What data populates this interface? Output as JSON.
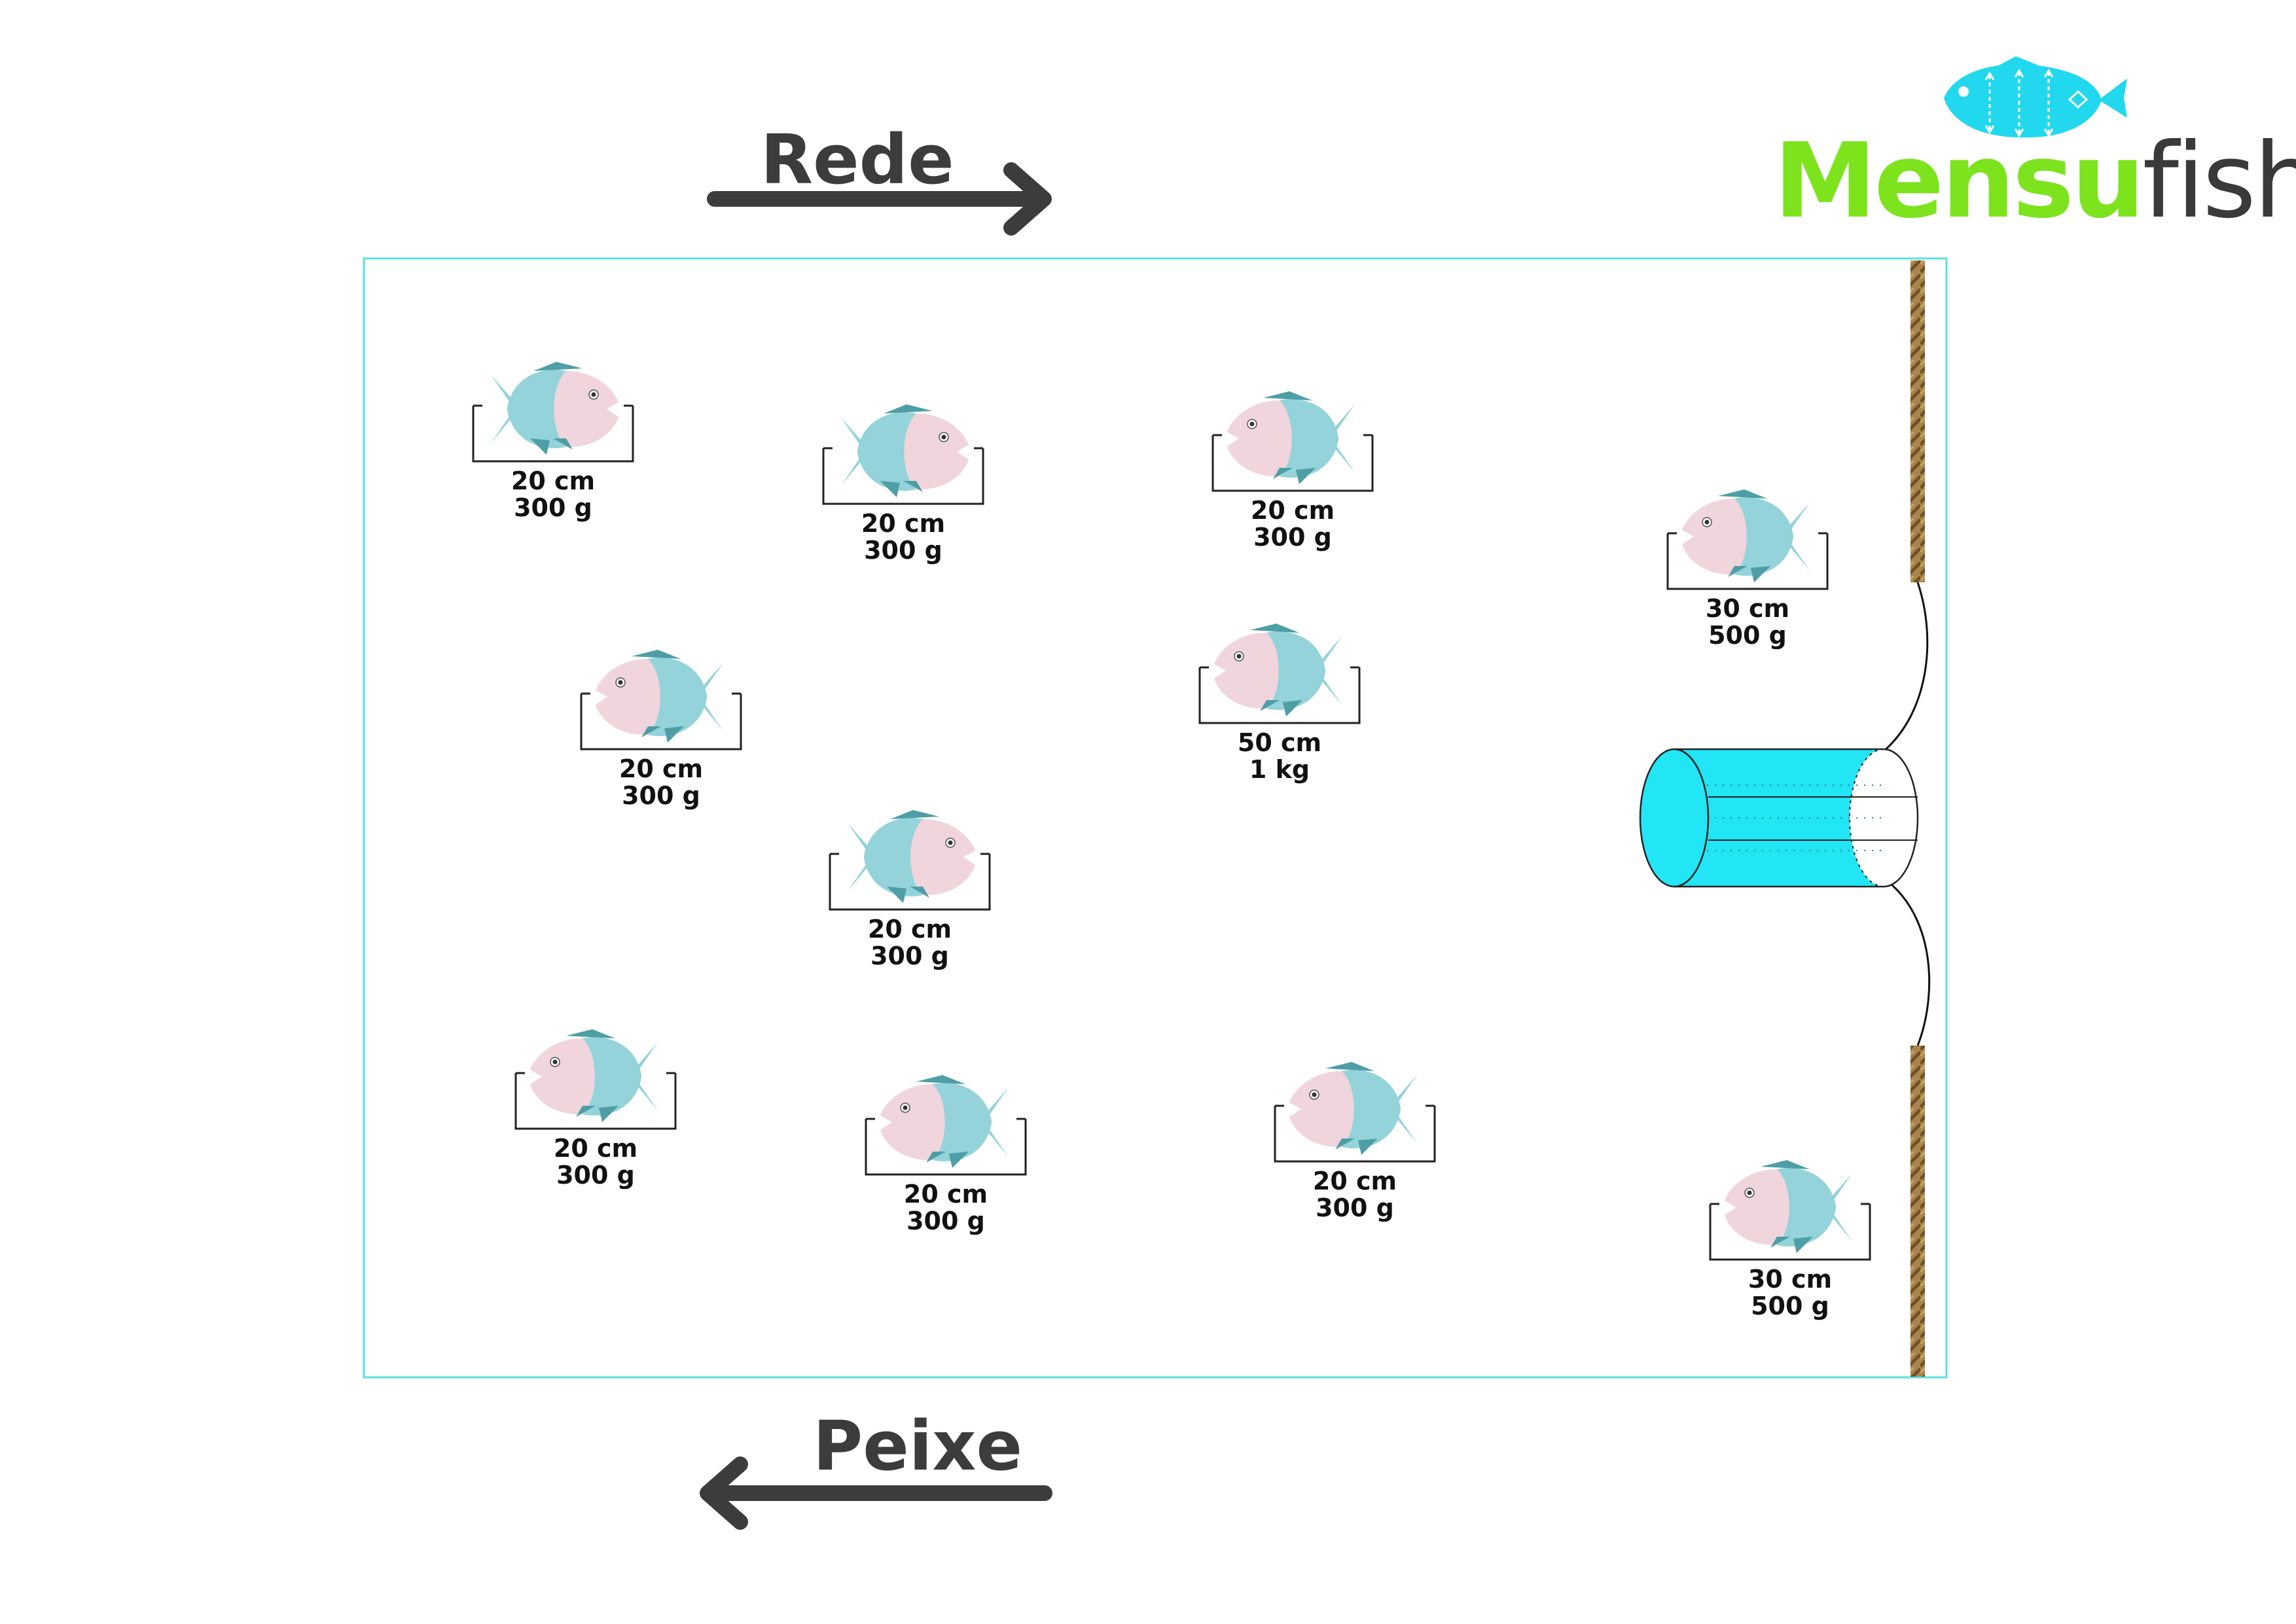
{
  "labels": {
    "net_direction": "Rede",
    "fish_direction": "Peixe"
  },
  "logo": {
    "word_1": "Mensu",
    "word_2": "fish",
    "icon": "fish-ruler-icon"
  },
  "colors": {
    "frame": "#58e2e2",
    "fish_body": "#93d3d9",
    "fish_head": "#f0d5dc",
    "fish_fin": "#4e9ea6",
    "trap": "#22e5f5",
    "rope": "#a9844c",
    "arrow": "#3c3c3c",
    "logo_green": "#7de31d",
    "logo_dark": "#3a3a3a"
  },
  "fish": [
    {
      "length": "20 cm",
      "weight": "300 g",
      "facing": "right"
    },
    {
      "length": "20 cm",
      "weight": "300 g",
      "facing": "right"
    },
    {
      "length": "20 cm",
      "weight": "300 g",
      "facing": "left"
    },
    {
      "length": "30 cm",
      "weight": "500 g",
      "facing": "left"
    },
    {
      "length": "20 cm",
      "weight": "300 g",
      "facing": "left"
    },
    {
      "length": "50 cm",
      "weight": "1 kg",
      "facing": "left"
    },
    {
      "length": "20 cm",
      "weight": "300 g",
      "facing": "right"
    },
    {
      "length": "20 cm",
      "weight": "300 g",
      "facing": "left"
    },
    {
      "length": "20 cm",
      "weight": "300 g",
      "facing": "left"
    },
    {
      "length": "20 cm",
      "weight": "300 g",
      "facing": "left"
    },
    {
      "length": "30 cm",
      "weight": "500 g",
      "facing": "left"
    }
  ]
}
